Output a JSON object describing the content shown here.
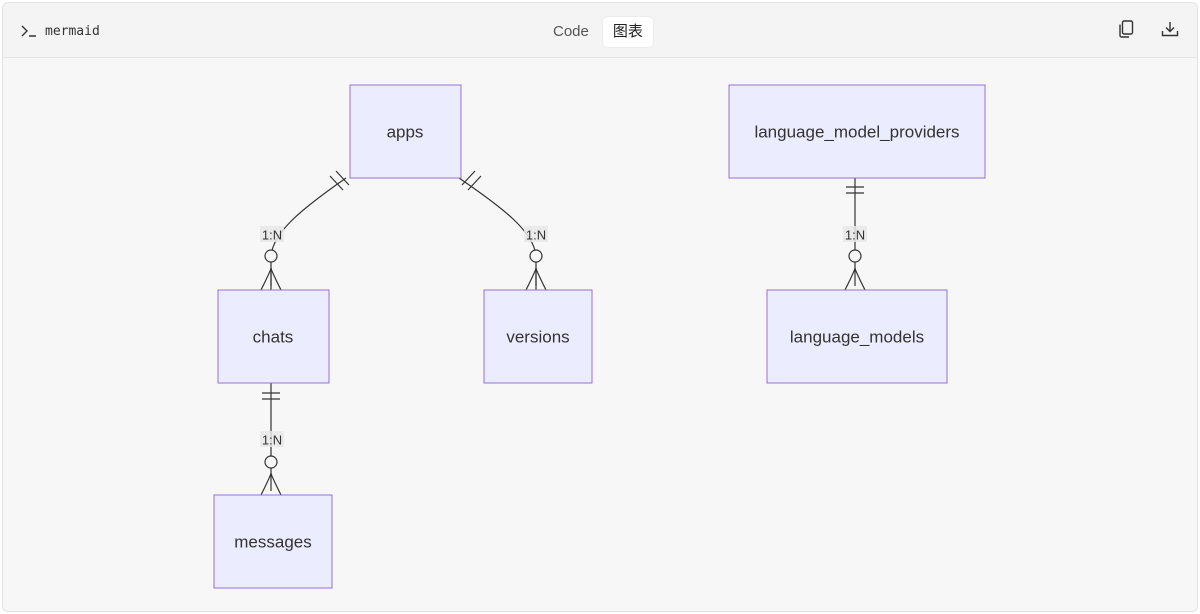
{
  "toolbar": {
    "language_label": "mermaid",
    "tabs": [
      {
        "label": "Code",
        "active": false
      },
      {
        "label": "图表",
        "active": true
      }
    ],
    "actions": [
      "copy-icon",
      "download-icon"
    ]
  },
  "diagram": {
    "type": "erDiagram",
    "entities": {
      "apps": "apps",
      "chats": "chats",
      "versions": "versions",
      "messages": "messages",
      "language_model_providers": "language_model_providers",
      "language_models": "language_models"
    },
    "relationships": [
      {
        "from": "apps",
        "to": "chats",
        "label": "1:N"
      },
      {
        "from": "apps",
        "to": "versions",
        "label": "1:N"
      },
      {
        "from": "chats",
        "to": "messages",
        "label": "1:N"
      },
      {
        "from": "language_model_providers",
        "to": "language_models",
        "label": "1:N"
      }
    ],
    "colors": {
      "entity_fill": "#ececff",
      "entity_stroke": "#9370db",
      "line": "#333333",
      "background": "#f7f7f7"
    }
  }
}
